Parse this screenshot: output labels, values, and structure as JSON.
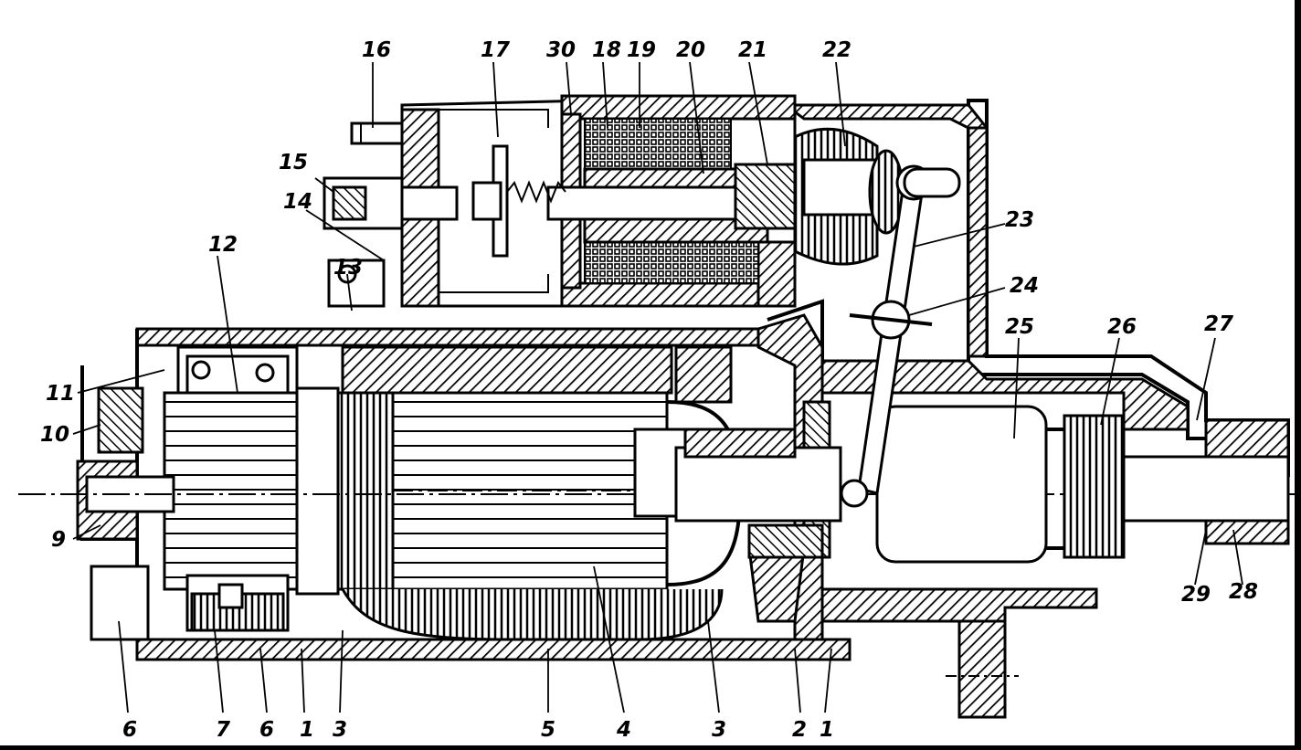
{
  "labels": {
    "l16": "16",
    "l17": "17",
    "l30": "30",
    "l18": "18",
    "l19": "19",
    "l20": "20",
    "l21": "21",
    "l22": "22",
    "l15": "15",
    "l14": "14",
    "l12": "12",
    "l13": "13",
    "l23": "23",
    "l24": "24",
    "l25": "25",
    "l26": "26",
    "l27": "27",
    "l11": "11",
    "l10": "10",
    "l9": "9",
    "l29": "29",
    "l28": "28",
    "b6a": "6",
    "b7": "7",
    "b6b": "6",
    "b1a": "1",
    "b3a": "3",
    "b5": "5",
    "b4": "4",
    "b3b": "3",
    "b2": "2",
    "b1b": "1"
  }
}
